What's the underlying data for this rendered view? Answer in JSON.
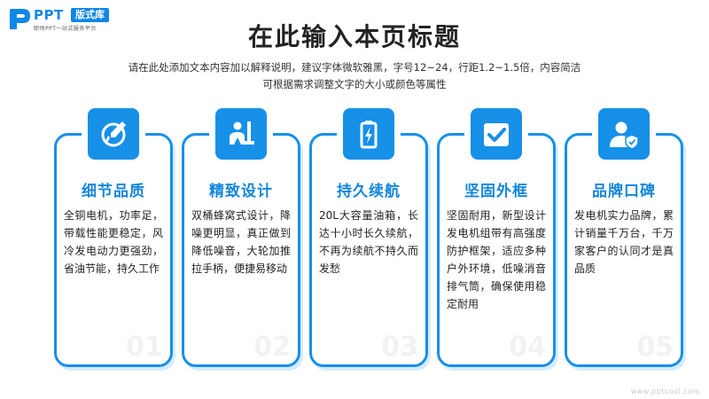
{
  "logo": {
    "brand": "PPT",
    "badge": "版式库",
    "tagline": "职场PPT一站式服务平台"
  },
  "header": {
    "title": "在此输入本页标题",
    "subtitle_line1": "请在此处添加文本内容加以解释说明，建议字体微软雅黑，字号12~24，行距1.2~1.5倍，内容简洁",
    "subtitle_line2": "可根据需求调整文字的大小或颜色等属性"
  },
  "colors": {
    "accent": "#1790e8",
    "title_blue": "#1486dc",
    "number": "#f1f2f4"
  },
  "cards": [
    {
      "icon": "brush-icon",
      "title": "细节品质",
      "text": "全铜电机，功率足，带载性能更稳定，风冷发电动力更强劲，省油节能，持久工作",
      "number": "01"
    },
    {
      "icon": "design-person-icon",
      "title": "精致设计",
      "text": "双桶蜂窝式设计，降噪更明显，真正做到降低噪音，大轮加推拉手柄，便捷易移动",
      "number": "02"
    },
    {
      "icon": "battery-icon",
      "title": "持久续航",
      "text": "20L大容量油箱，长达十小时长久续航，不再为续航不持久而发愁",
      "number": "03"
    },
    {
      "icon": "checkbox-icon",
      "title": "坚固外框",
      "text": "坚固耐用，新型设计发电机组带有高强度防护框架，适应多种户外环境，低噪消音排气筒，确保使用稳定耐用",
      "number": "04"
    },
    {
      "icon": "shield-person-icon",
      "title": "品牌口碑",
      "text": "发电机实力品牌，累计销量千万台，千万家客户的认同才是真品质",
      "number": "05"
    }
  ],
  "footer": {
    "watermark": "www.pptcool.com"
  }
}
